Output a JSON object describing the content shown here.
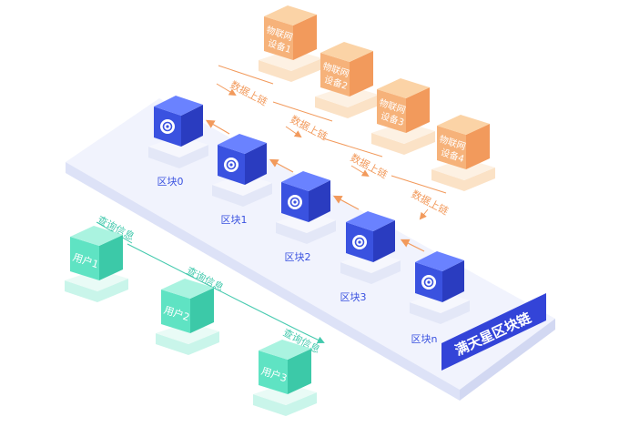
{
  "platform_label": "满天星区块链",
  "blocks": [
    {
      "label": "区块0"
    },
    {
      "label": "区块1"
    },
    {
      "label": "区块2"
    },
    {
      "label": "区块3"
    },
    {
      "label": "区块n"
    }
  ],
  "devices": [
    {
      "line1": "物联网",
      "line2": "设备1"
    },
    {
      "line1": "物联网",
      "line2": "设备2"
    },
    {
      "line1": "物联网",
      "line2": "设备3"
    },
    {
      "line1": "物联网",
      "line2": "设备4"
    }
  ],
  "upload_labels": [
    "数据上链",
    "数据上链",
    "数据上链",
    "数据上链"
  ],
  "users": [
    {
      "label": "用户1"
    },
    {
      "label": "用户2"
    },
    {
      "label": "用户3"
    }
  ],
  "query_labels": [
    "查询信息",
    "查询信息",
    "查询信息"
  ],
  "colors": {
    "block_front": "#3a52e0",
    "block_right": "#2a3cc0",
    "block_top": "#6a82ff",
    "device_front": "#f6b27a",
    "device_right": "#f29a5c",
    "device_top": "#fbd3a6",
    "user_front": "#5fe3c3",
    "user_right": "#3cc9a8",
    "user_top": "#aaf3e0",
    "platform_top": "#f1f3fd",
    "platform_side": "#dde2f7",
    "label_box": "#3344d8",
    "arrow_orange": "#f29a5c",
    "arrow_teal": "#43c9ad"
  }
}
